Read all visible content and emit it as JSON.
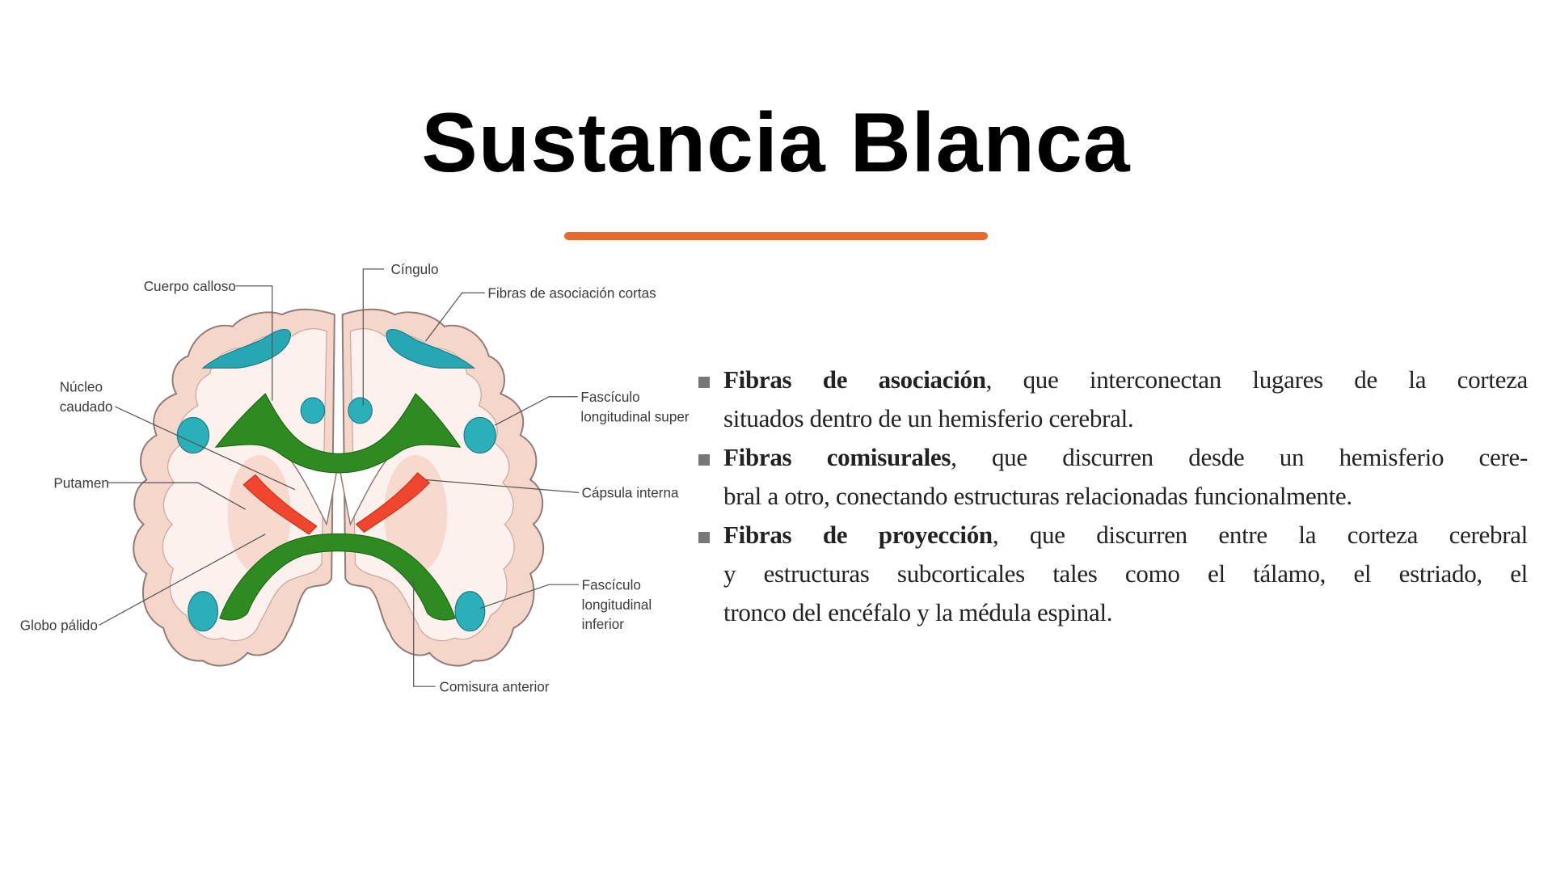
{
  "title": "Sustancia Blanca",
  "accent_color": "#e8692c",
  "diagram": {
    "labels": {
      "cuerpo_calloso": "Cuerpo calloso",
      "cingulo": "Cíngulo",
      "fibras_cortas": "Fibras de asociación cortas",
      "nucleo_1": "Núcleo",
      "nucleo_2": "caudado",
      "fls_1": "Fascículo",
      "fls_2": "longitudinal super",
      "putamen": "Putamen",
      "capsula": "Cápsula interna",
      "globo": "Globo pálido",
      "fli_1": "Fascículo",
      "fli_2": "longitudinal",
      "fli_3": "inferior",
      "comisura": "Comisura anterior"
    }
  },
  "bullets": [
    {
      "bold": "Fibras de asociación",
      "lines": [
        ", que interconectan lugares de la corteza",
        "situados dentro de un hemisferio cerebral."
      ]
    },
    {
      "bold": "Fibras comisurales",
      "lines": [
        ", que discurren desde un hemisferio cere-",
        "bral a otro, conectando estructuras relacionadas funcionalmente."
      ]
    },
    {
      "bold": "Fibras de proyección",
      "lines": [
        ", que discurren entre la corteza cerebral",
        "y estructuras subcorticales tales como el tálamo, el estriado, el",
        "tronco del encéfalo y la médula espinal."
      ]
    }
  ]
}
